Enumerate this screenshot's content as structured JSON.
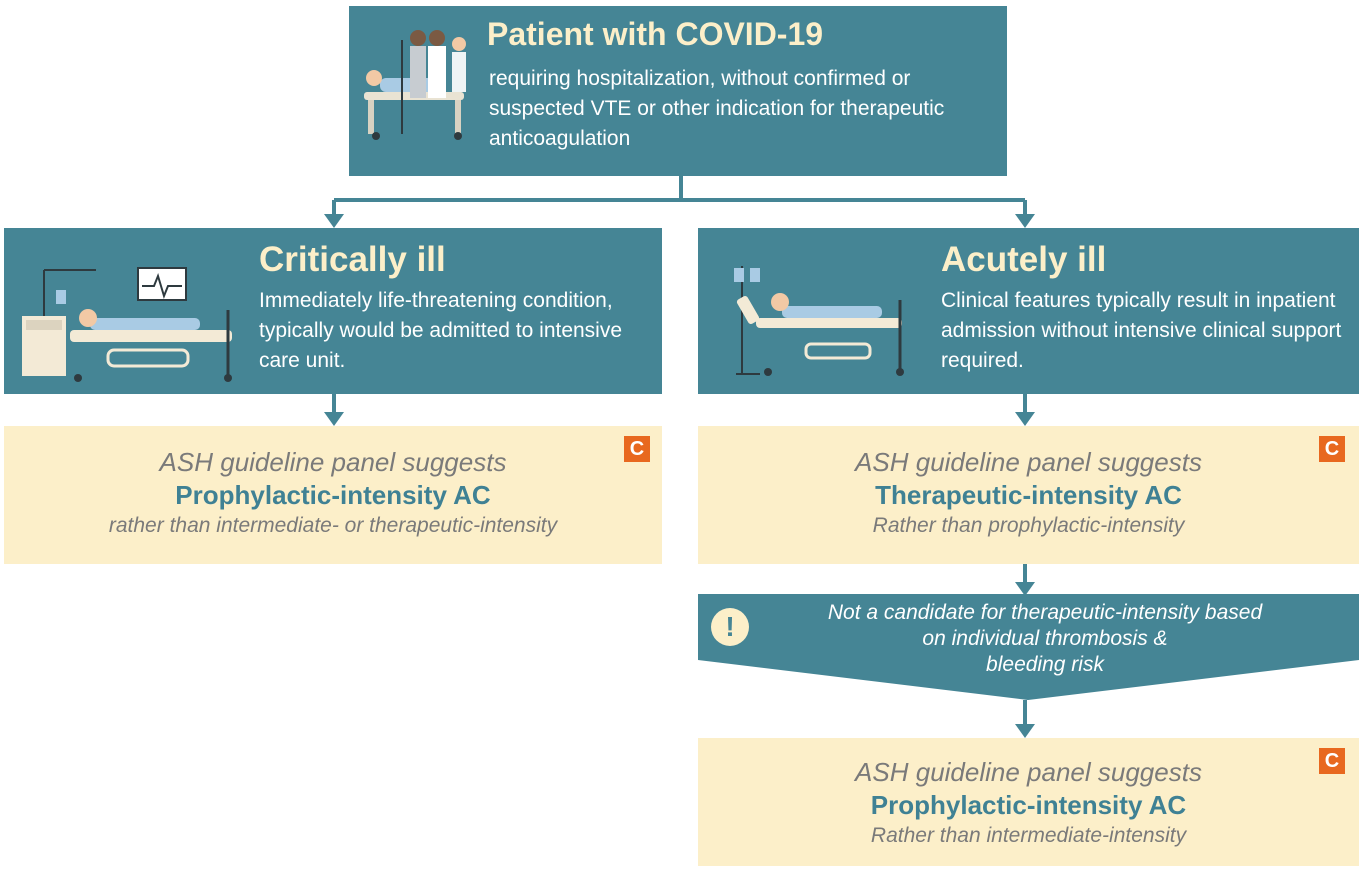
{
  "top": {
    "title": "Patient with COVID-19",
    "description": "requiring hospitalization, without confirmed or suspected VTE or other indication for therapeutic anticoagulation"
  },
  "critical": {
    "title": "Critically ill",
    "description": "Immediately life-threatening condition, typically  would be admitted to intensive care unit."
  },
  "acute": {
    "title": "Acutely ill",
    "description": "Clinical features typically result in inpatient admission without intensive clinical support required."
  },
  "recommendations": [
    {
      "lead": "ASH guideline panel suggests",
      "main": "Prophylactic-intensity AC",
      "sub": "rather than intermediate- or therapeutic-intensity",
      "badge": "C"
    },
    {
      "lead": "ASH guideline panel suggests",
      "main": "Therapeutic-intensity AC",
      "sub": "Rather than prophylactic-intensity",
      "badge": "C"
    },
    {
      "lead": "ASH guideline panel suggests",
      "main": "Prophylactic-intensity AC",
      "sub": "Rather than intermediate-intensity",
      "badge": "C"
    }
  ],
  "caution": {
    "icon": "exclamation-icon",
    "line1": "Not a candidate for therapeutic-intensity based",
    "line2": "on individual thrombosis &",
    "line3": "bleeding risk"
  },
  "colors": {
    "teal": "#458595",
    "cream": "#fcefc9",
    "badge_orange": "#e8681f",
    "title_yellow": "#fcefc9"
  }
}
